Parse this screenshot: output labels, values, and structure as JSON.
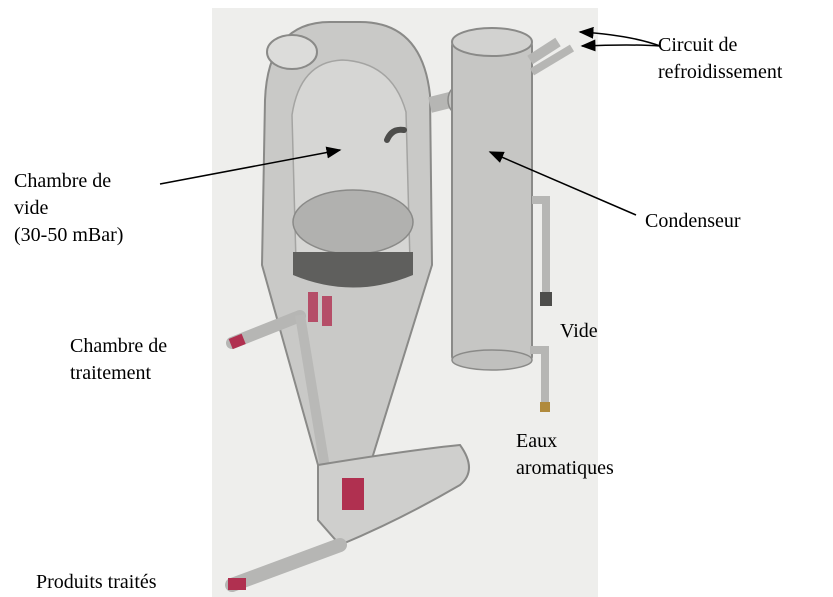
{
  "labels": {
    "cooling": [
      "Circuit de",
      "refroidissement"
    ],
    "vacuum_chamber": [
      "Chambre de",
      "vide",
      "(30-50 mBar)"
    ],
    "condenser": "Condenseur",
    "vacuum": "Vide",
    "treatment_chamber": [
      "Chambre de",
      "traitement"
    ],
    "aromatic_waters": [
      "Eaux",
      "aromatiques"
    ],
    "treated_products": "Produits traités"
  },
  "colors": {
    "photo_background": "#eeeeec",
    "vessel_fill": "#c9c9c7",
    "vessel_stroke": "#8a8a88",
    "inner_fill": "#d6d6d4",
    "product_bed": "#5f5f5d",
    "product_accent": "#b03050",
    "arrow": "#000000"
  }
}
